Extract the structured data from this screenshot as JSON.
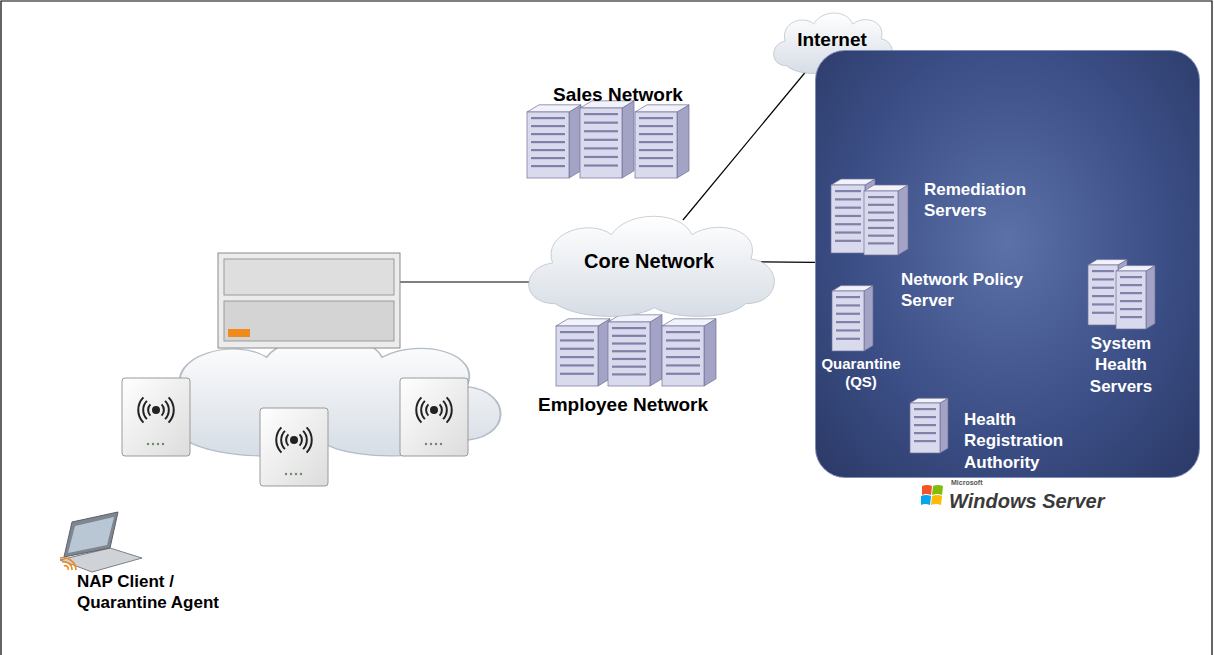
{
  "diagram": {
    "nodes": [
      {
        "text": [
          "Internet"
        ]
      },
      {
        "text": [
          "Core Network"
        ]
      },
      {
        "text": [
          "Windows Server"
        ]
      },
      {
        "text": [
          "Remediation Servers"
        ],
        "in": 2
      },
      {
        "text": [
          "Network Policy Server",
          "Quarantine (QS)"
        ],
        "in": 2
      },
      {
        "text": [
          "System Health Servers"
        ],
        "in": 2
      },
      {
        "text": [
          "Health Registration Authority"
        ],
        "in": 2
      }
    ],
    "edges": [
      {
        "from": 1,
        "to": 0,
        "arrow": "none"
      },
      {
        "from": 1,
        "to": 2,
        "arrow": "none"
      }
    ],
    "labels": [
      "Sales Network",
      "Employee Network",
      "NAP Client / Quarantine Agent",
      "Microsoft"
    ]
  }
}
